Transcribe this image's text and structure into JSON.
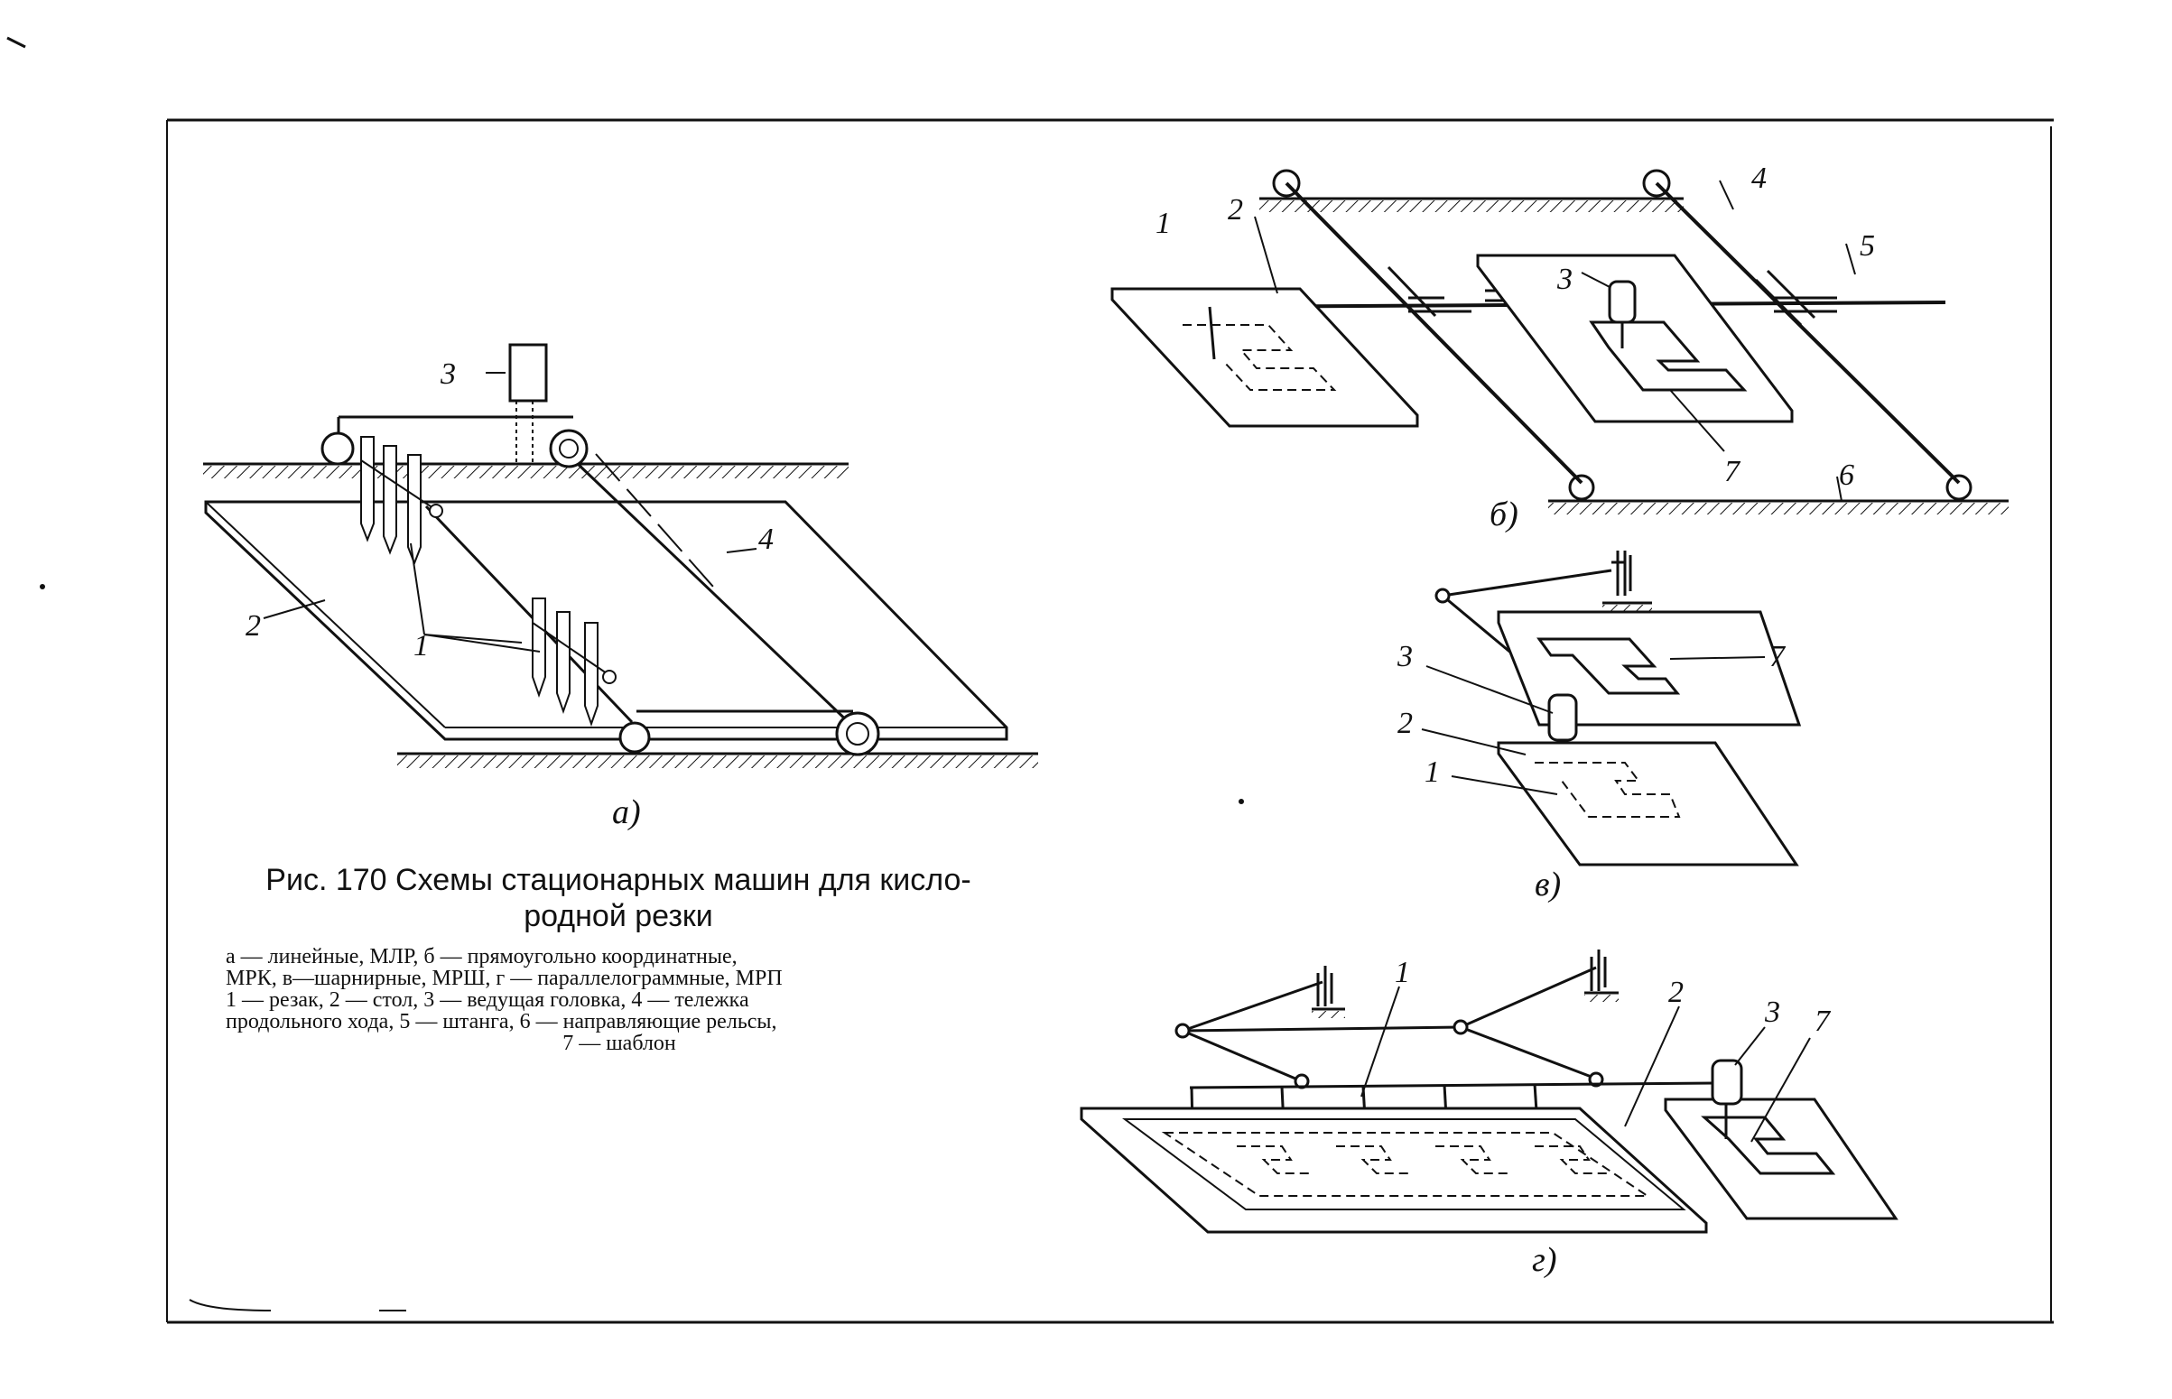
{
  "figure": {
    "caption_title": "Рис. 170  Схемы стационарных  машин для кисло-\nродной  резки",
    "caption_lines": [
      "а — линейные,    МЛР,     б — прямоугольно координатные,",
      "МРК, в—шарнирные, МРШ, г — параллелограммные, МРП",
      "1 — резак,  2 — стол,  3 — ведущая головка,  4 — тележка",
      "продольного хода, 5 — штанга, 6 — направляющие рельсы,",
      "7 — шаблон"
    ]
  },
  "panels": {
    "a": {
      "sublabel": "а)",
      "labels": [
        "3",
        "4",
        "2",
        "1"
      ]
    },
    "b": {
      "sublabel": "б)",
      "labels": [
        "1",
        "2",
        "3",
        "4",
        "5",
        "6",
        "7"
      ]
    },
    "v": {
      "sublabel": "в)",
      "labels": [
        "3",
        "2",
        "1",
        "7"
      ]
    },
    "g": {
      "sublabel": "г)",
      "labels": [
        "1",
        "2",
        "3",
        "7"
      ]
    }
  }
}
